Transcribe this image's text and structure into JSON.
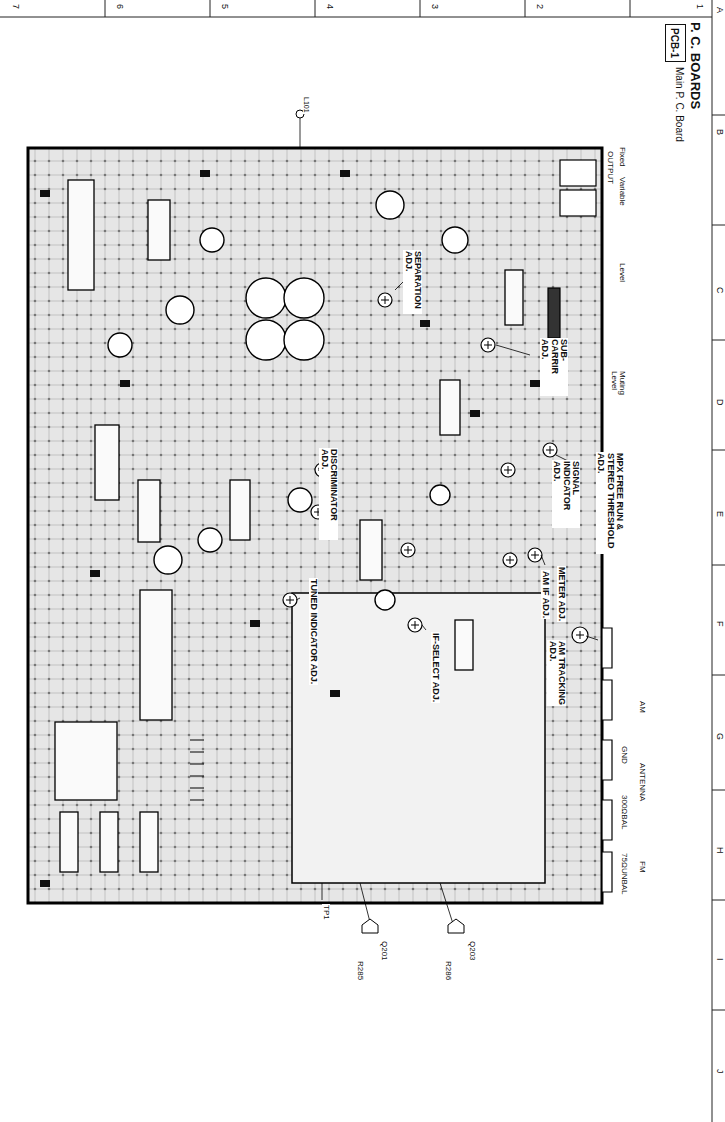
{
  "diagram": {
    "title": "P. C. BOARDS",
    "nodes": [
      {
        "text": [
          "PCB-1"
        ]
      }
    ],
    "labels": [
      "7",
      "6",
      "5",
      "4",
      "3",
      "2",
      "1",
      "A",
      "B",
      "C",
      "D",
      "E",
      "F",
      "G",
      "H",
      "I",
      "J",
      "Main P. C. Board",
      "Fixed",
      "Variable",
      "OUTPUT",
      "Level",
      "Muting Level",
      "SEPARATION ADJ.",
      "SUB-CARRIR ADJ.",
      "MPX FREE RUN & STEREO THRESHOLD ADJ.",
      "SIGNAL INDICATOR ADJ.",
      "METER ADJ.",
      "AM IF ADJ.",
      "AM TRACKING ADJ.",
      "DISCRIMINATOR ADJ.",
      "IF-SELECT ADJ.",
      "TUNED INDICATOR ADJ.",
      "ANTENNA",
      "AM",
      "FM",
      "GND",
      "300ΩBAL",
      "75ΩUNBAL",
      "TP1",
      "Q201",
      "R285",
      "Q203",
      "R286",
      "L101"
    ]
  }
}
